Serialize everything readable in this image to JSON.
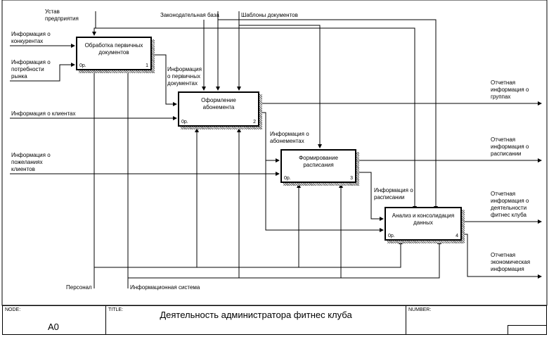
{
  "diagram": {
    "boxes": [
      {
        "title": "Обработка первичных\nдокументов",
        "cost": "0р.",
        "number": "1"
      },
      {
        "title": "Оформление\nабонемента",
        "cost": "0р.",
        "number": "2"
      },
      {
        "title": "Формирование\nрасписания",
        "cost": "0р.",
        "number": "3"
      },
      {
        "title": "Анализ и консолидация\nданных",
        "cost": "0р.",
        "number": "4"
      }
    ],
    "controls": {
      "ustav": "Устав\nпредприятия",
      "zakon": "Законодательная база",
      "shablony": "Шаблоны документов"
    },
    "inputs": {
      "konkurenty": "Информация о\nконкурентах",
      "potrebnosti": "Информация о\nпотребности\nрынка",
      "klienty": "Информация о клиентах",
      "pozhelaniya": "Информация о\nпожеланиях\nклиентов"
    },
    "internal": {
      "pervichnye": "Информация\nо первичных\nдокументах",
      "abonementy": "Информация о\nабонементах",
      "raspisanie": "Информация о\nрасписании"
    },
    "outputs": {
      "gruppy": "Отчетная\nинформация о\nгруппах",
      "raspisanii": "Отчетная\nинформация о\nрасписании",
      "deyatelnosti": "Отчетная\nинформация о\nдеятельности\nфитнес клуба",
      "ekonomicheskaya": "Отчетная\nэкономическая\nинформация"
    },
    "mechanisms": {
      "personal": "Персонал",
      "sistema": "Информационная система"
    }
  },
  "footer": {
    "node_label": "NODE:",
    "node_value": "A0",
    "title_label": "TITLE:",
    "title_value": "Деятельность администратора фитнес клуба",
    "number_label": "NUMBER:"
  }
}
